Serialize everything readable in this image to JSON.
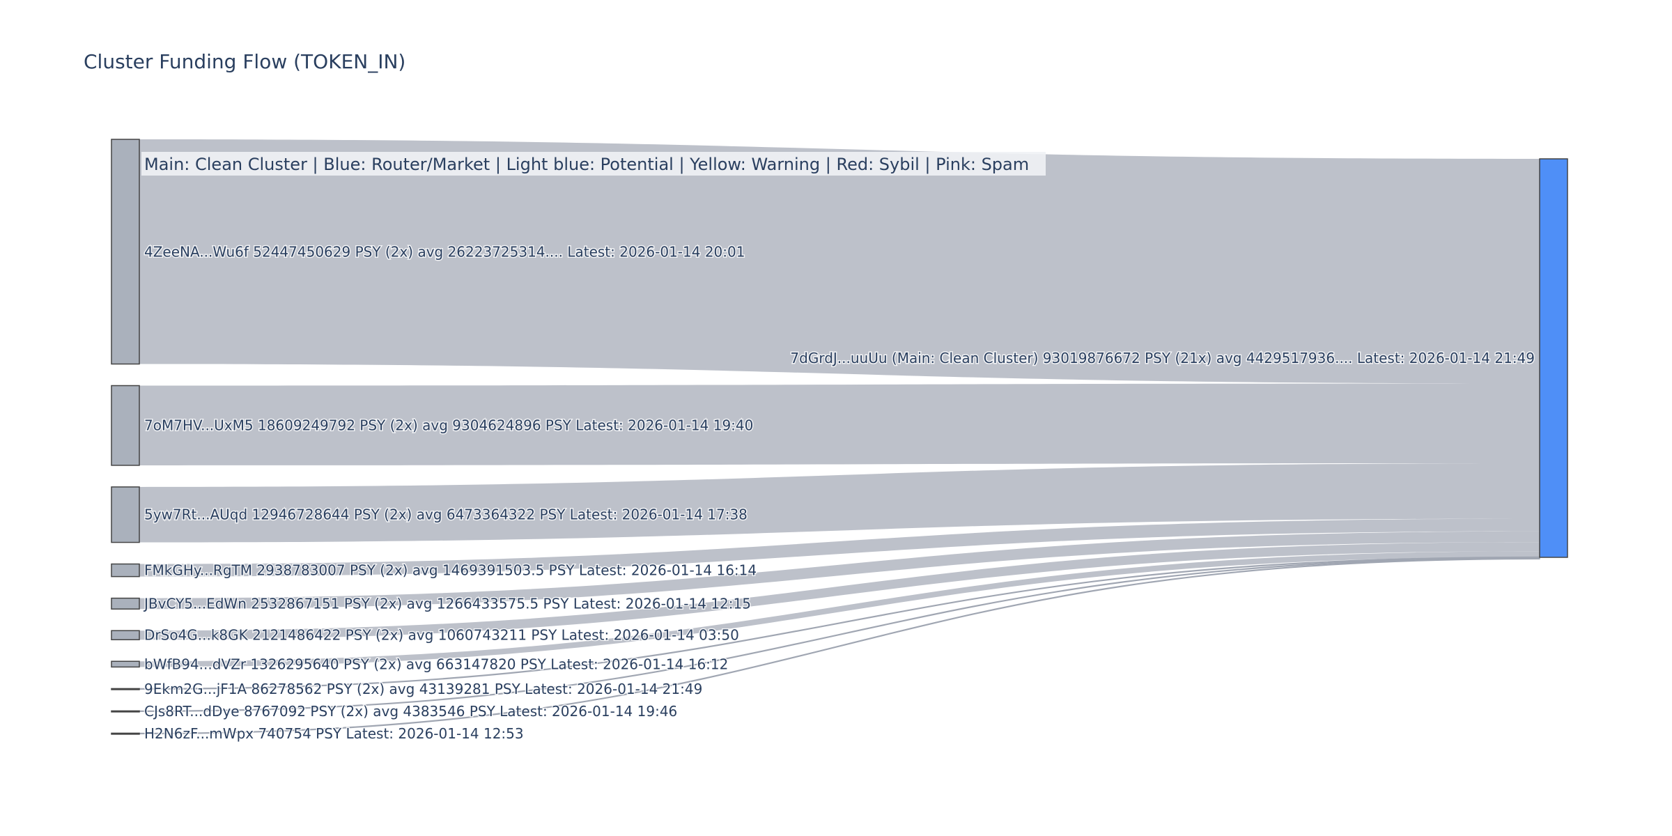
{
  "chart_data": {
    "type": "sankey",
    "title": "Cluster Funding Flow (TOKEN_IN)",
    "annotation": "Main: Clean Cluster  |  Blue: Router/Market | Light blue: Potential | Yellow: Warning | Red: Sybil | Pink: Spam",
    "unit": "PSY",
    "colors": {
      "source_node": "#aab1bc",
      "target_node": "#4f8ff7",
      "link": "#b9bec7",
      "text": "#2a3f5f"
    },
    "target": {
      "label": "7dGrdJ...uuUu (Main: Clean Cluster) 93019876672 PSY (21x) avg 4429517936.... Latest: 2026-01-14 21:49",
      "value": 93019876672
    },
    "sources": [
      {
        "label": "4ZeeNA...Wu6f 52447450629 PSY (2x) avg 26223725314.... Latest: 2026-01-14 20:01",
        "value": 52447450629
      },
      {
        "label": "7oM7HV...UxM5 18609249792 PSY (2x) avg 9304624896 PSY Latest: 2026-01-14 19:40",
        "value": 18609249792
      },
      {
        "label": "5yw7Rt...AUqd 12946728644 PSY (2x) avg 6473364322 PSY Latest: 2026-01-14 17:38",
        "value": 12946728644
      },
      {
        "label": "FMkGHy...RgTM 2938783007 PSY (2x) avg 1469391503.5 PSY Latest: 2026-01-14 16:14",
        "value": 2938783007
      },
      {
        "label": "JBvCY5...EdWn 2532867151 PSY (2x) avg 1266433575.5 PSY Latest: 2026-01-14 12:15",
        "value": 2532867151
      },
      {
        "label": "DrSo4G...k8GK 2121486422 PSY (2x) avg 1060743211 PSY Latest: 2026-01-14 03:50",
        "value": 2121486422
      },
      {
        "label": "bWfB94...dVZr 1326295640 PSY (2x) avg 663147820 PSY Latest: 2026-01-14 16:12",
        "value": 1326295640
      },
      {
        "label": "9Ekm2G...jF1A 86278562 PSY (2x) avg 43139281 PSY Latest: 2026-01-14 21:49",
        "value": 86278562
      },
      {
        "label": "CJs8RT...dDye 8767092 PSY (2x) avg 4383546 PSY Latest: 2026-01-14 19:46",
        "value": 8767092
      },
      {
        "label": "H2N6zF...mWpx 740754 PSY Latest: 2026-01-14 12:53",
        "value": 740754
      }
    ]
  }
}
